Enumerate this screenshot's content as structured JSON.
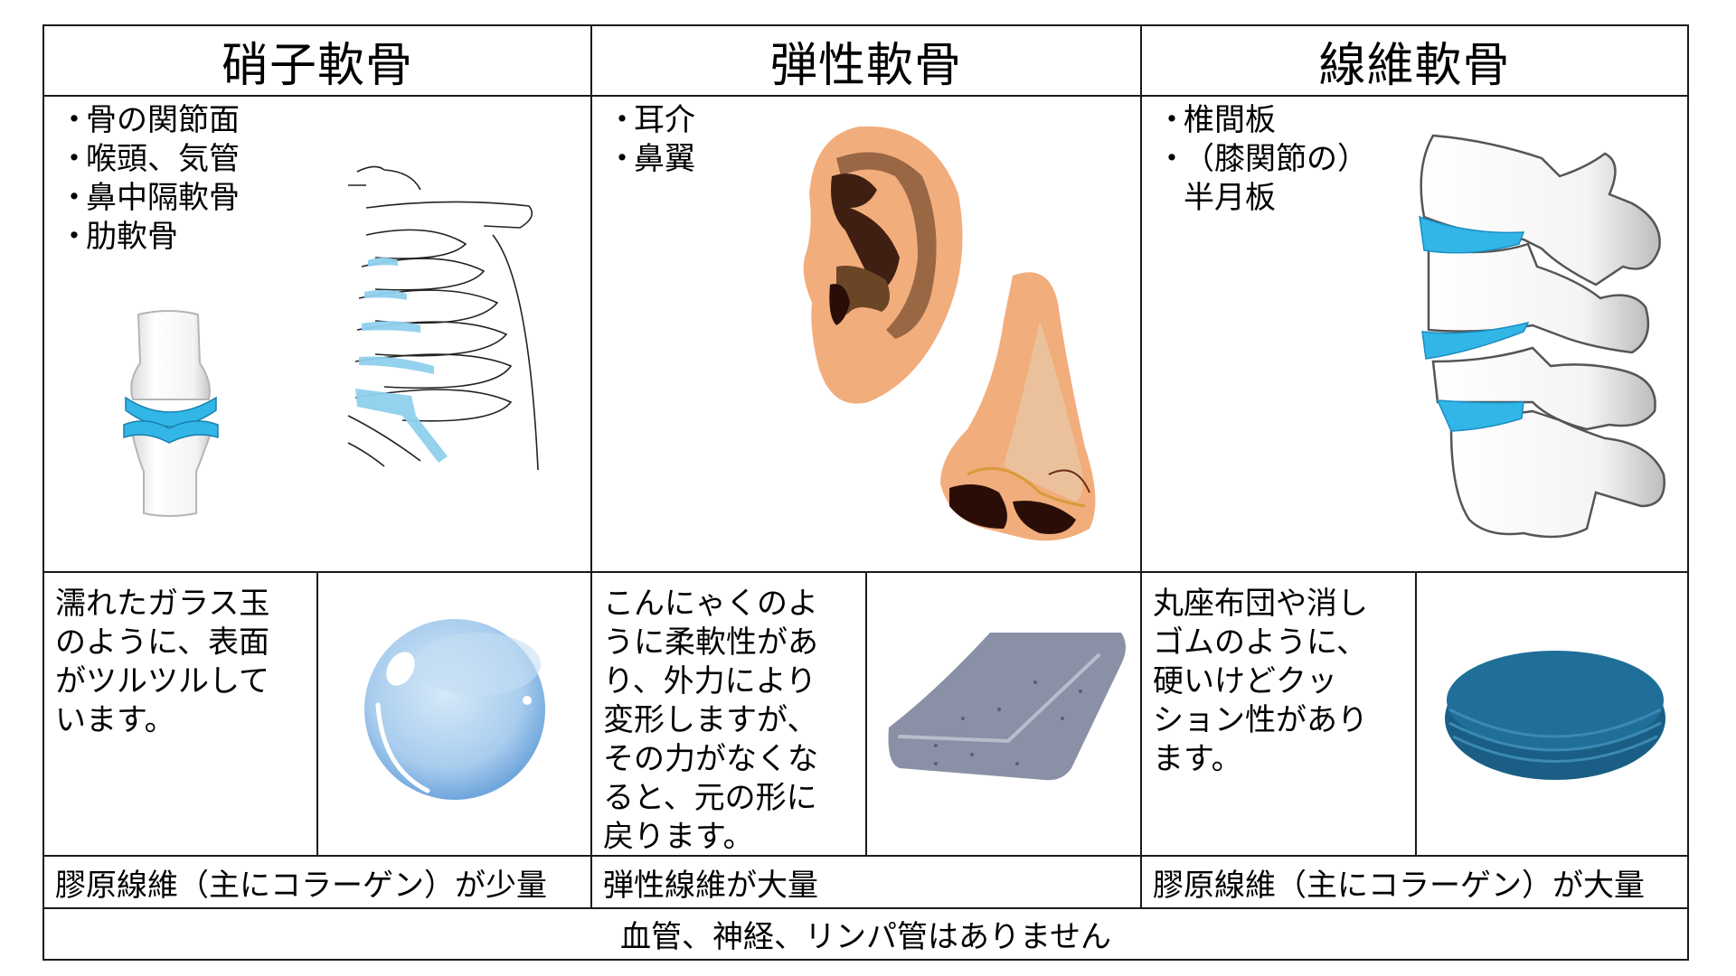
{
  "columns": [
    {
      "header": "硝子軟骨",
      "locations": [
        "骨の関節面",
        "喉頭、気管",
        "鼻中隔軟骨",
        "肋軟骨"
      ],
      "description_lines": [
        "濡れたガラス玉",
        "のように、表面",
        "がツルツルして",
        "います。"
      ],
      "fiber": "膠原線維（主にコラーゲン）が少量",
      "illustrations": [
        "joint-cartilage",
        "rib-cage"
      ],
      "analogy_image": "glass-ball"
    },
    {
      "header": "弾性軟骨",
      "locations": [
        "耳介",
        "鼻翼"
      ],
      "description_lines": [
        "こんにゃくのよ",
        "うに柔軟性があ",
        "り、外力により",
        "変形しますが、",
        "その力がなくな",
        "ると、元の形に",
        "戻ります。"
      ],
      "fiber": "弾性線維が大量",
      "illustrations": [
        "ear",
        "nose"
      ],
      "analogy_image": "konjac"
    },
    {
      "header": "線維軟骨",
      "locations": [
        "椎間板",
        "（膝関節の）",
        "半月板"
      ],
      "location_bullets": [
        true,
        true,
        false
      ],
      "description_lines": [
        "丸座布団や消し",
        "ゴムのように、",
        "硬いけどクッ",
        "ション性があり",
        "ます。"
      ],
      "fiber": "膠原線維（主にコラーゲン）が大量",
      "illustrations": [
        "spine-discs"
      ],
      "analogy_image": "round-cushion"
    }
  ],
  "footer": "血管、神経、リンパ管はありません",
  "bullet": "・",
  "colors": {
    "border": "#1a1a1a",
    "cartilage_blue": "#31b6e7",
    "rib_blue": "#8fd0ee",
    "skin": "#f2ad7c",
    "ear_brown": "#8b5a3c",
    "ear_dark": "#3f1f12",
    "glass": "#a9cdee",
    "konjac": "#8a90a6",
    "cushion": "#1f6f99"
  }
}
